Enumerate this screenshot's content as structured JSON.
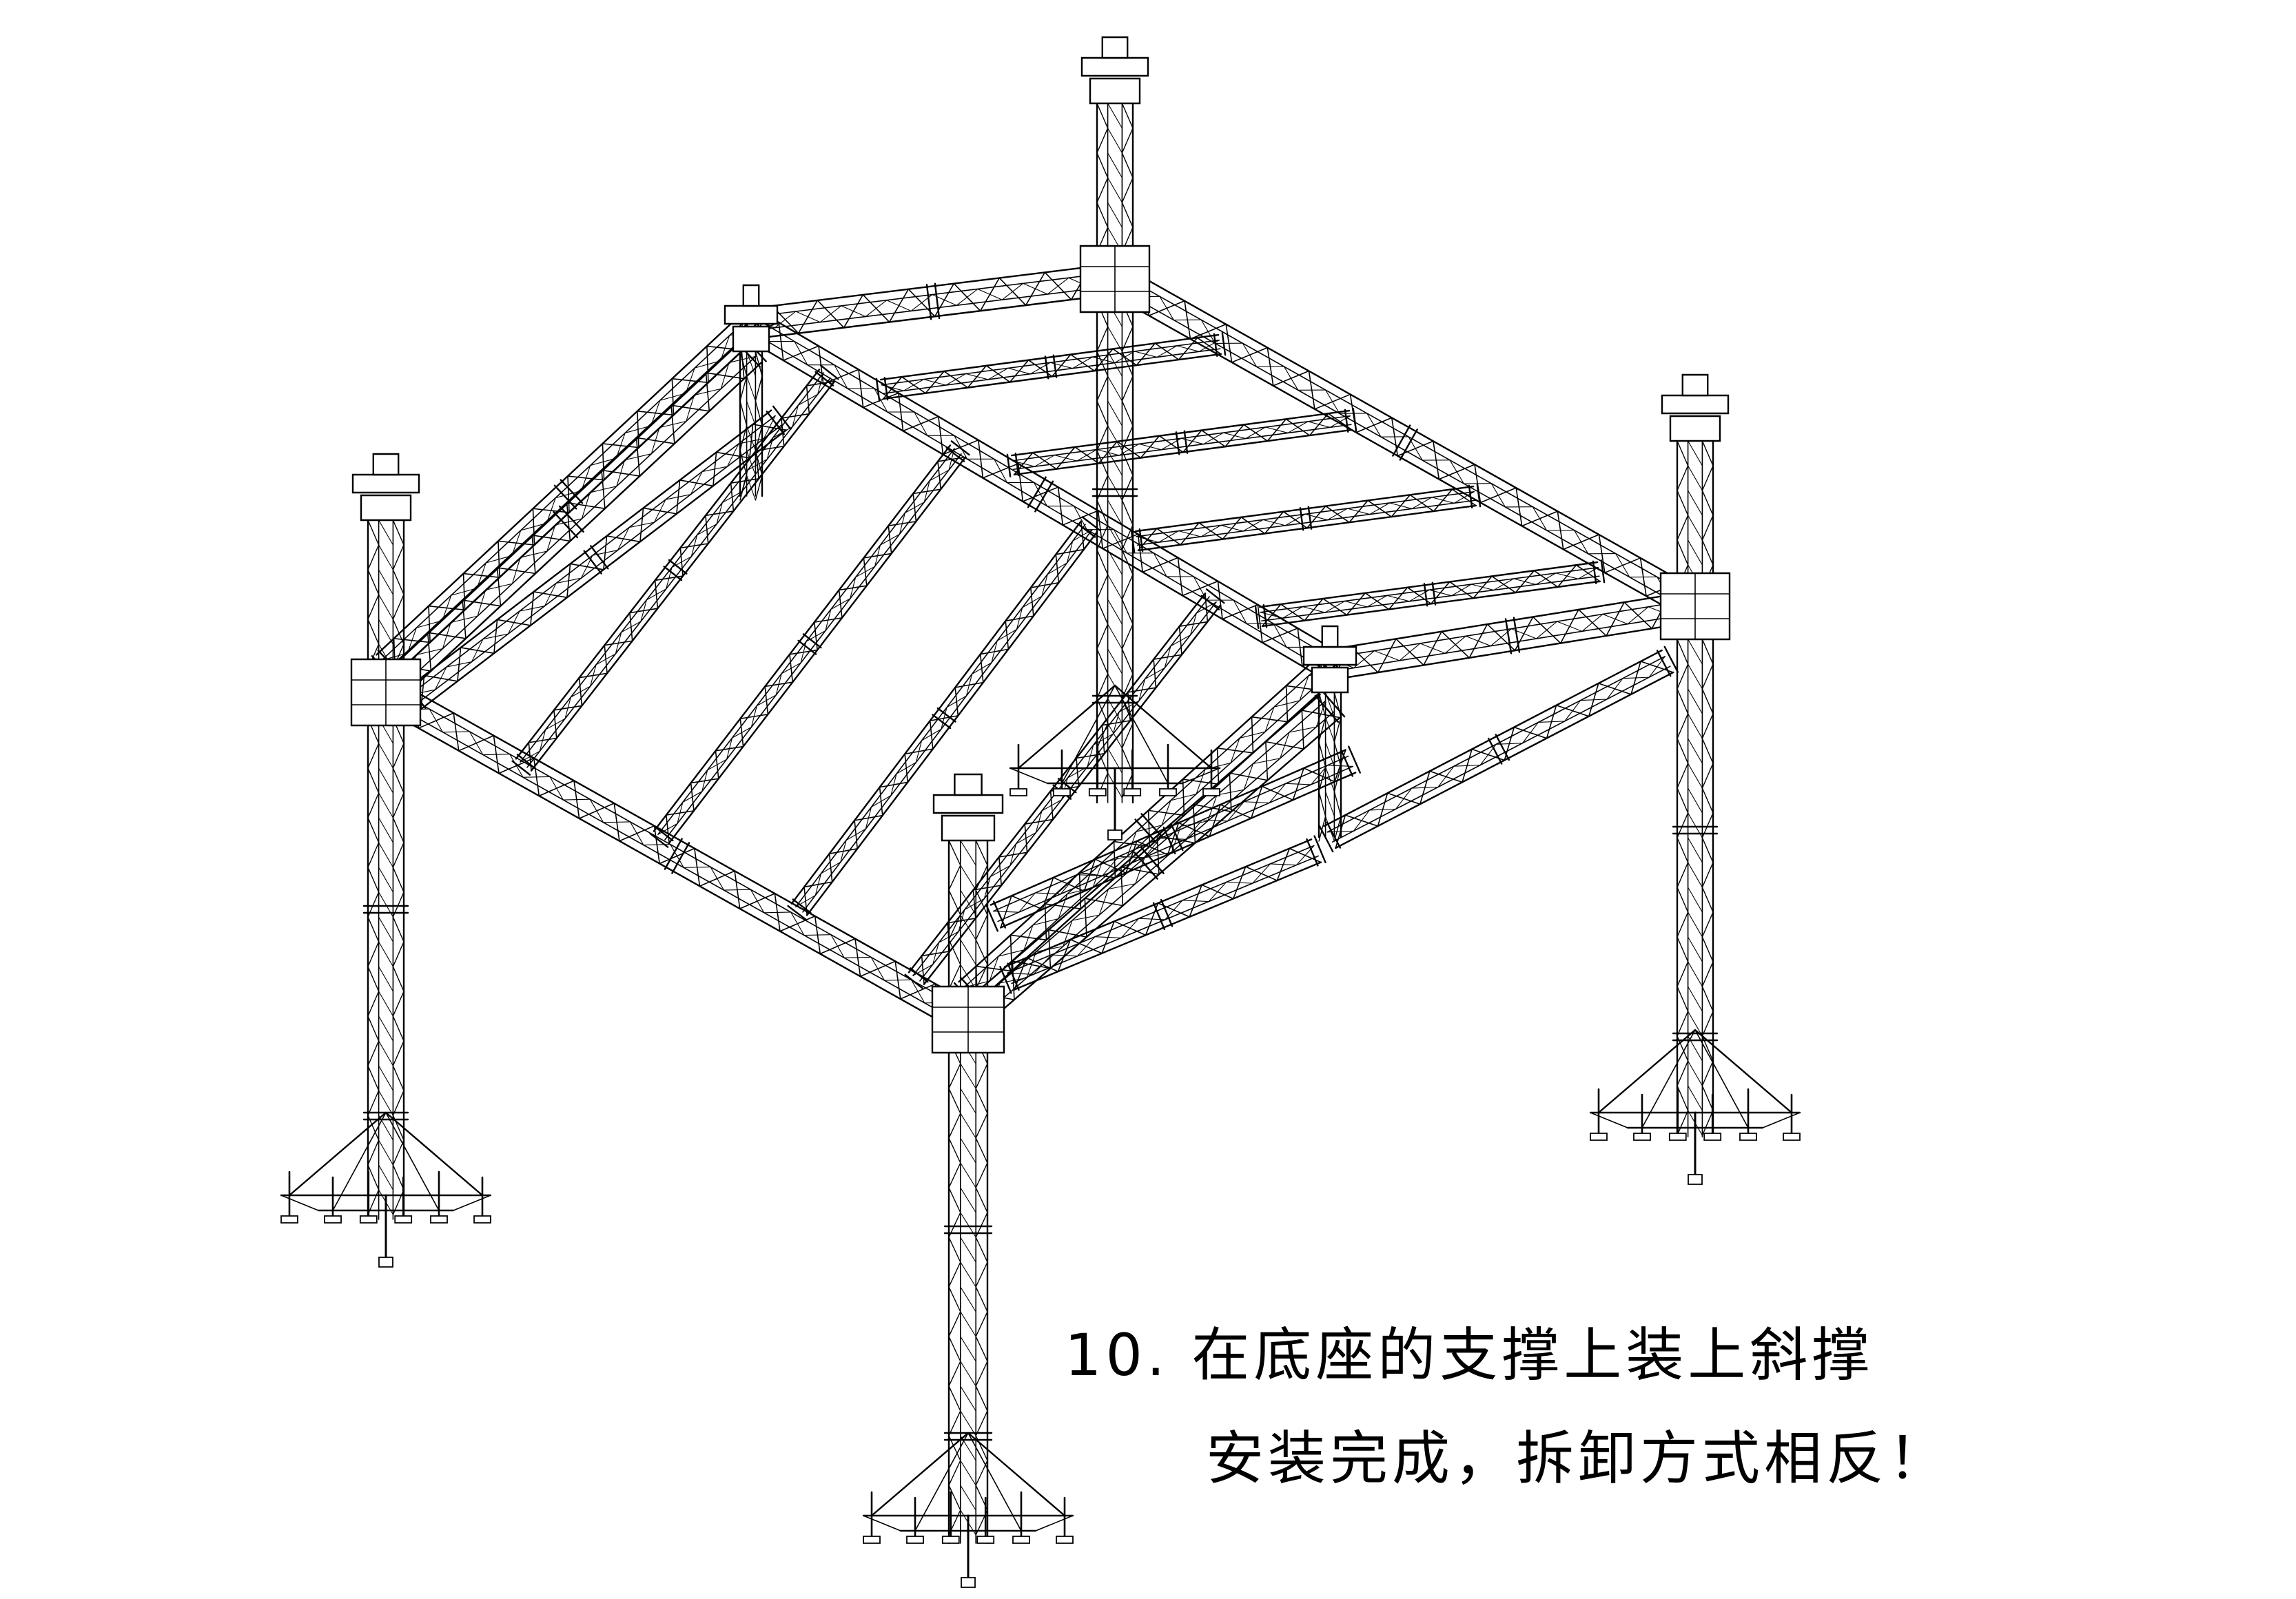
{
  "diagram": {
    "type": "isometric-line-drawing",
    "subject": "truss-roof-structure",
    "line_color": "#000000",
    "background": "#ffffff"
  },
  "caption": {
    "line1": "10. 在底座的支撑上装上斜撑",
    "line2": "安装完成，拆卸方式相反！"
  }
}
